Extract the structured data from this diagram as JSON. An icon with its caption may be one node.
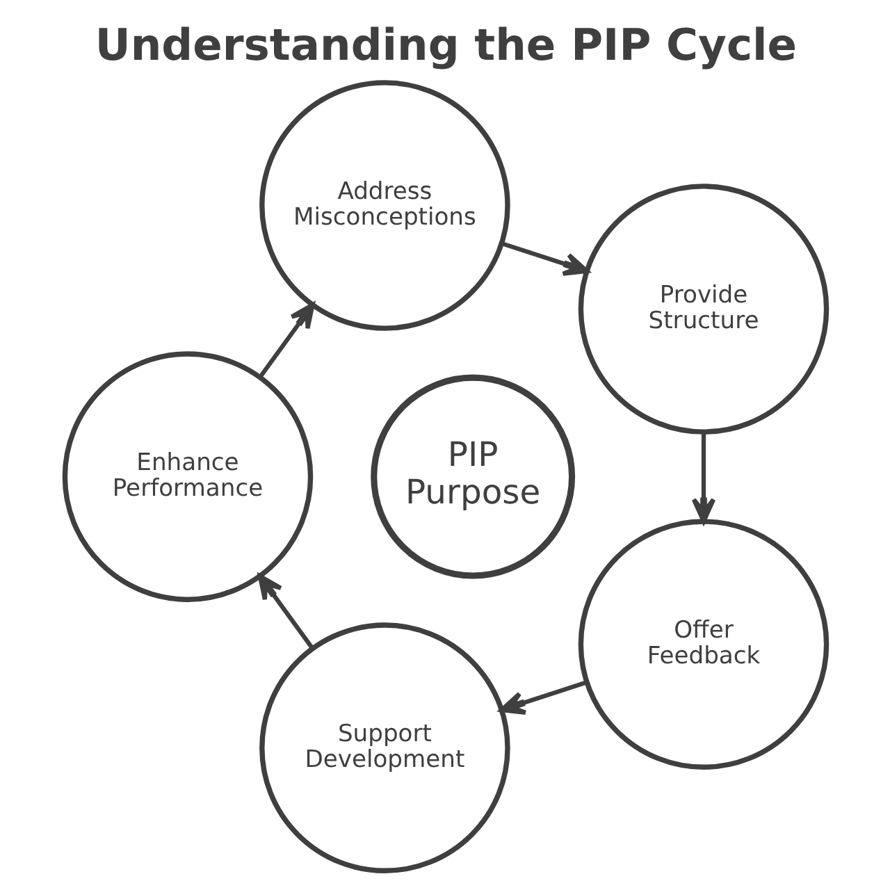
{
  "diagram": {
    "title": "Understanding the PIP Cycle",
    "nodes": [
      {
        "text": [
          "Address Misconceptions"
        ]
      },
      {
        "text": [
          "Enhance Performance"
        ]
      },
      {
        "text": [
          "PIP Purpose"
        ]
      },
      {
        "text": [
          "Provide Structure"
        ]
      },
      {
        "text": [
          "Support Development"
        ]
      },
      {
        "text": [
          "Offer Feedback"
        ]
      }
    ],
    "edges": [
      {
        "from": 0,
        "to": 3,
        "arrow": "to"
      },
      {
        "from": 3,
        "to": 5,
        "arrow": "to"
      },
      {
        "from": 5,
        "to": 4,
        "arrow": "to"
      },
      {
        "from": 4,
        "to": 1,
        "arrow": "to"
      },
      {
        "from": 1,
        "to": 0,
        "arrow": "to"
      }
    ]
  }
}
